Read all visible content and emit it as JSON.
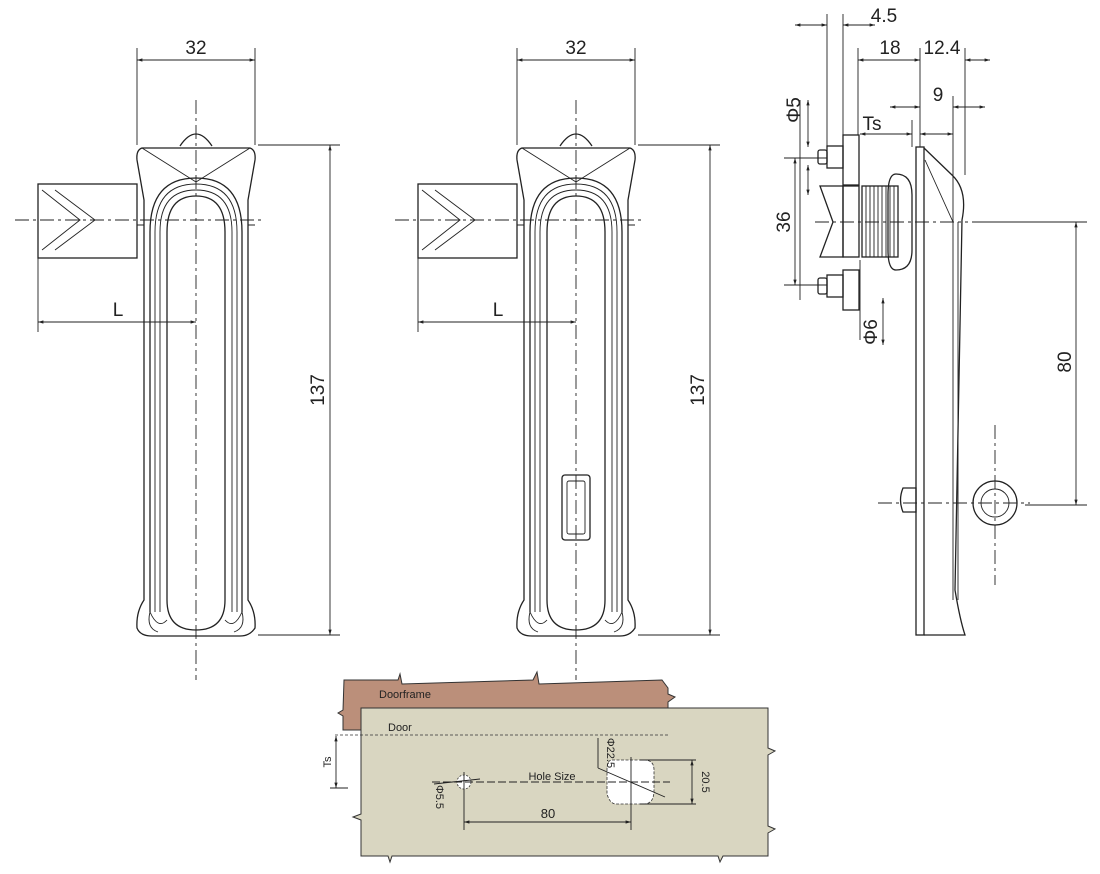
{
  "front_view_1": {
    "width_label": "32",
    "height_label": "137",
    "length_label": "L"
  },
  "front_view_2": {
    "width_label": "32",
    "height_label": "137",
    "length_label": "L"
  },
  "side_view": {
    "dim_4_5": "4.5",
    "dim_18": "18",
    "dim_12_4": "12.4",
    "dim_9": "9",
    "dim_ts": "Ts",
    "dim_phi5": "Φ5",
    "dim_36": "36",
    "dim_phi6": "Φ6",
    "dim_80": "80"
  },
  "cutout": {
    "doorframe_label": "Doorframe",
    "door_label": "Door",
    "ts_label": "Ts",
    "hole_size_label": "Hole Size",
    "phi22_5_label": "Φ22.5",
    "dim_20_5": "20.5",
    "phi5_5_label": "Φ5.5",
    "dim_80": "80",
    "doorframe_color": "#bb8f7a",
    "door_color": "#d9d6c1"
  }
}
